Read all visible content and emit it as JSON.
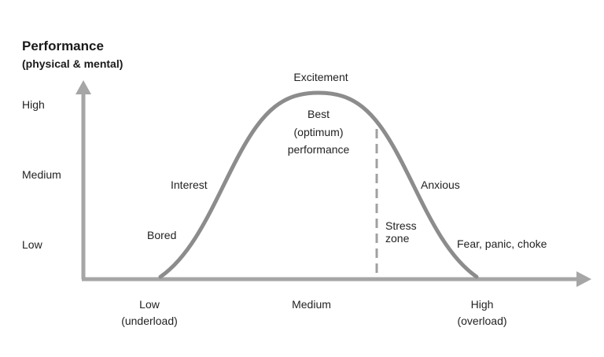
{
  "chart_data": {
    "type": "line",
    "title": "Performance (physical & mental)",
    "ylabel": "Performance (physical & mental)",
    "xlabel": "",
    "y_tick_labels": [
      "Low",
      "Medium",
      "High"
    ],
    "x_tick_labels": [
      "Low (underload)",
      "Medium",
      "High (overload)"
    ],
    "curve_shape": "inverted-U (Yerkes-Dodson)",
    "x": [
      0,
      0.1,
      0.25,
      0.4,
      0.5,
      0.6,
      0.75,
      0.9,
      1.0
    ],
    "values": [
      0,
      0.1,
      0.45,
      0.9,
      1.0,
      0.9,
      0.45,
      0.1,
      0
    ],
    "annotations": [
      {
        "text": "Bored",
        "position": "lower left rising slope"
      },
      {
        "text": "Interest",
        "position": "mid left rising slope"
      },
      {
        "text": "Excitement",
        "position": "above peak"
      },
      {
        "text": "Best (optimum) performance",
        "position": "under peak"
      },
      {
        "text": "Anxious",
        "position": "mid right falling slope"
      },
      {
        "text": "Stress zone",
        "position": "right of dashed line"
      },
      {
        "text": "Fear, panic, choke",
        "position": "lower right falling slope"
      }
    ],
    "stress_zone_divider": "dashed vertical line right of peak",
    "grid": false,
    "legend": "none"
  },
  "y_axis": {
    "title": "Performance",
    "subtitle": "(physical & mental)",
    "ticks": {
      "high": "High",
      "medium": "Medium",
      "low": "Low"
    }
  },
  "x_axis": {
    "low": {
      "line1": "Low",
      "line2": "(underload)"
    },
    "medium": {
      "line1": "Medium"
    },
    "high": {
      "line1": "High",
      "line2": "(overload)"
    }
  },
  "labels": {
    "excitement": "Excitement",
    "best_line1": "Best",
    "best_line2": "(optimum)",
    "best_line3": "performance",
    "interest": "Interest",
    "bored": "Bored",
    "anxious": "Anxious",
    "stress_line1": "Stress",
    "stress_line2": "zone",
    "fear": "Fear, panic, choke"
  },
  "colors": {
    "axis": "#a6a6a6",
    "curve": "#8c8c8c",
    "dashed": "#a0a0a0",
    "text": "#222222"
  }
}
